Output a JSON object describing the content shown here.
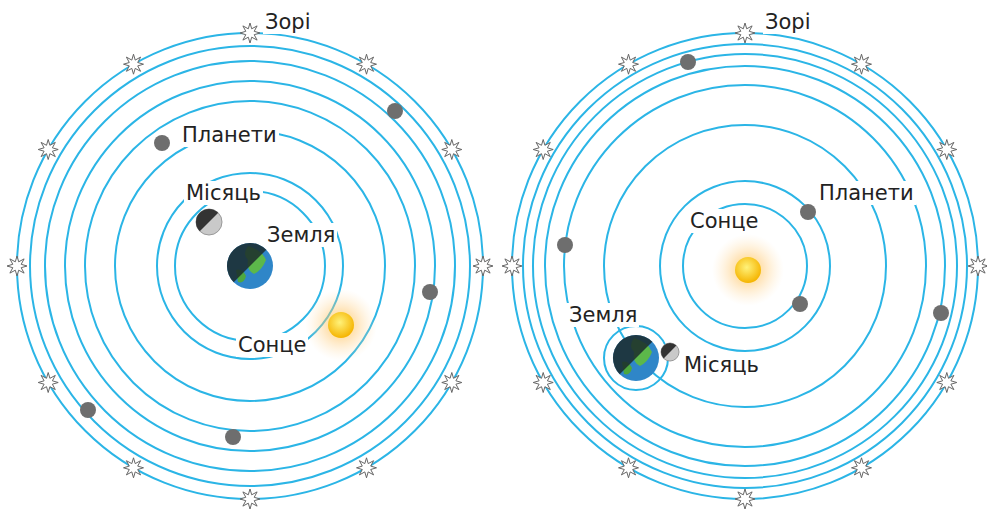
{
  "diagram": {
    "labels": [
      "Зорі",
      "Планети",
      "Місяць",
      "Земля",
      "Сонце",
      "Зорі",
      "Сонце",
      "Планети",
      "Земля",
      "Місяць"
    ]
  }
}
